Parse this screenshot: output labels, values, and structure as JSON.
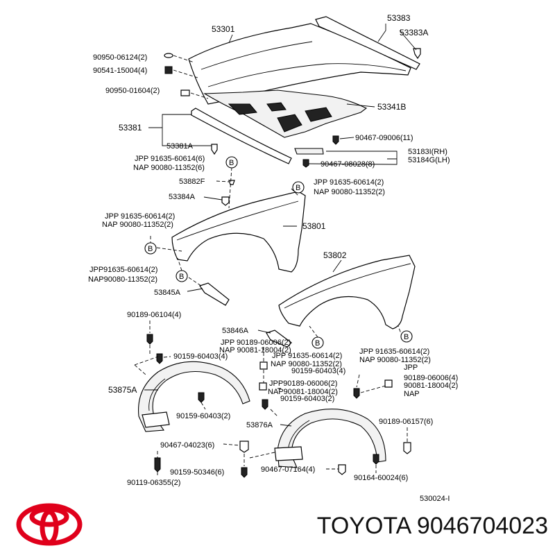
{
  "labels": {
    "p53301": "53301",
    "p53383": "53383",
    "p53383A": "53383A",
    "p90950_06124": "90950-06124(2)",
    "p90541_15004": "90541-15004(4)",
    "p90950_01604": "90950-01604(2)",
    "p53341B": "53341B",
    "p53381": "53381",
    "p90467_09006": "90467-09006(11)",
    "p53381A": "53381A",
    "p53183I": "53183I(RH)",
    "p53184G": "53184G(LH)",
    "p90467_08028": "90467-08028(8)",
    "jpp_1": "JPP 91635-60614(6)",
    "nap_1": "NAP 90080-11352(6)",
    "p53882F": "53882F",
    "jpp_2": "JPP 91635-60614(2)",
    "nap_2": "NAP 90080-11352(2)",
    "p53384A": "53384A",
    "jpp_3": "JPP 91635-60614(2)",
    "nap_3": "NAP 90080-11352(2)",
    "p53801": "53801",
    "p53802": "53802",
    "jpp_4": "JPP91635-60614(2)",
    "nap_4": "NAP90080-11352(2)",
    "p53845A": "53845A",
    "p90189_06104": "90189-06104(4)",
    "p53846A": "53846A",
    "jpp_5": "JPP 90189-06006(2)",
    "nap_5": "NAP 90081-18004(2)",
    "jpp_6": "JPP 91635-60614(2)",
    "nap_6": "NAP 90080-11352(2)",
    "jpp_7": "JPP 91635-60614(2)",
    "nap_7": "NAP 90080-11352(2)",
    "p90159_60403_a": "90159-60403(4)",
    "p90159_60403_b": "90159-60403(4)",
    "p53875A": "53875A",
    "jpp_8": "JPP90189-06006(2)",
    "nap_8": "NAP90081-18004(2)",
    "p90159_60403_c": "90159-60403(2)",
    "jpp_9": "JPP",
    "p90189_06006_4": "90189-06006(4)",
    "p90081_18004_4": "90081-18004(2)",
    "nap_9": "NAP",
    "p90159_60403_d": "90159-60403(2)",
    "p53876A": "53876A",
    "p90189_06157": "90189-06157(6)",
    "p90467_04023": "90467-04023(6)",
    "p90159_50346": "90159-50346(6)",
    "p90467_07164": "90467-07164(4)",
    "p90164_60024": "90164-60024(6)",
    "p90119_06355": "90119-06355(2)",
    "diagram_code": "530024-I",
    "circle_b": "B"
  },
  "brand": {
    "caption": "TOYOTA 9046704023",
    "logo_color": "#e0001b"
  }
}
